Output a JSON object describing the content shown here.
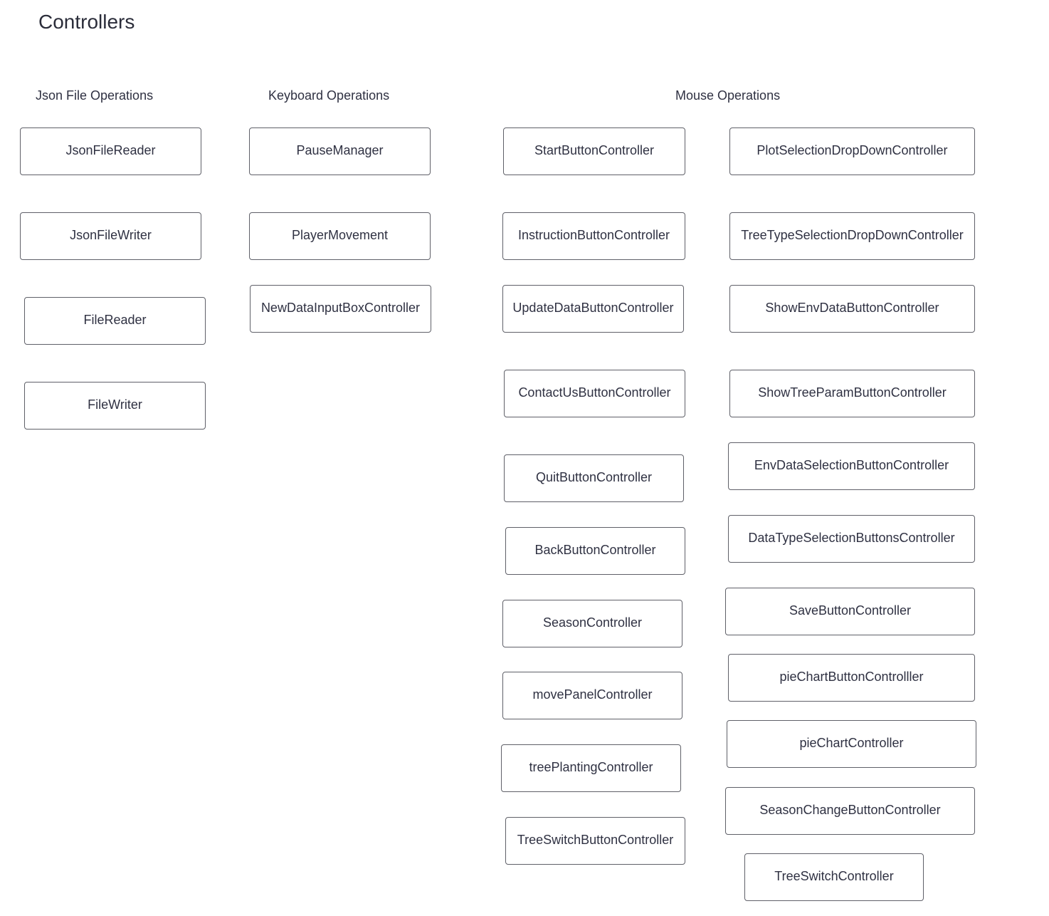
{
  "title": "Controllers",
  "groups": {
    "json": {
      "heading": "Json File Operations",
      "items": [
        "JsonFileReader",
        "JsonFileWriter",
        "FileReader",
        "FileWriter"
      ]
    },
    "keyboard": {
      "heading": "Keyboard Operations",
      "items": [
        "PauseManager",
        "PlayerMovement",
        "NewDataInputBoxController"
      ]
    },
    "mouse": {
      "heading": "Mouse Operations",
      "left_items": [
        "StartButtonController",
        "InstructionButtonController",
        "UpdateDataButtonController",
        "ContactUsButtonController",
        "QuitButtonController",
        "BackButtonController",
        "SeasonController",
        "movePanelController",
        "treePlantingController",
        "TreeSwitchButtonController"
      ],
      "right_items": [
        "PlotSelectionDropDownController",
        "TreeTypeSelectionDropDownController",
        "ShowEnvDataButtonController",
        "ShowTreeParamButtonController",
        "EnvDataSelectionButtonController",
        "DataTypeSelectionButtonsController",
        "SaveButtonController",
        "pieChartButtonControlller",
        "pieChartController",
        "SeasonChangeButtonController",
        "TreeSwitchController"
      ]
    }
  }
}
